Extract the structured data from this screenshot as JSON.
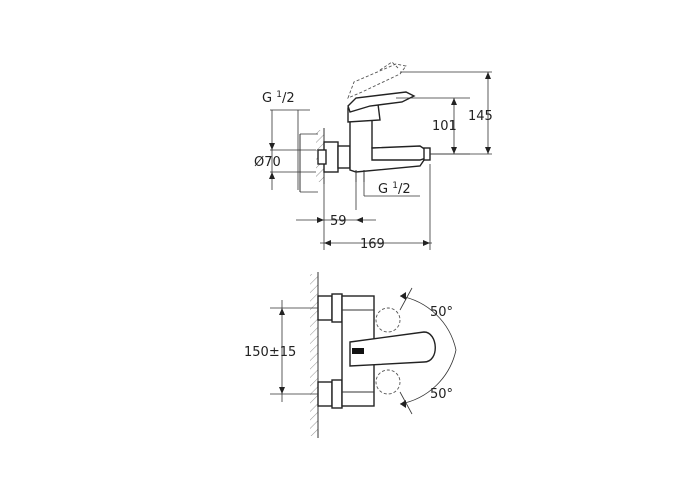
{
  "side_view": {
    "thread_top": {
      "main": "G ",
      "sup": "1",
      "sub": "/2"
    },
    "thread_bottom": {
      "main": "G ",
      "sup": "1",
      "sub": "/2"
    },
    "diameter": "Ø70",
    "dim_59": "59",
    "dim_169": "169",
    "dim_101": "101",
    "dim_145": "145"
  },
  "front_view": {
    "dim_center": "150±15",
    "angle_top": "50°",
    "angle_bottom": "50°"
  }
}
